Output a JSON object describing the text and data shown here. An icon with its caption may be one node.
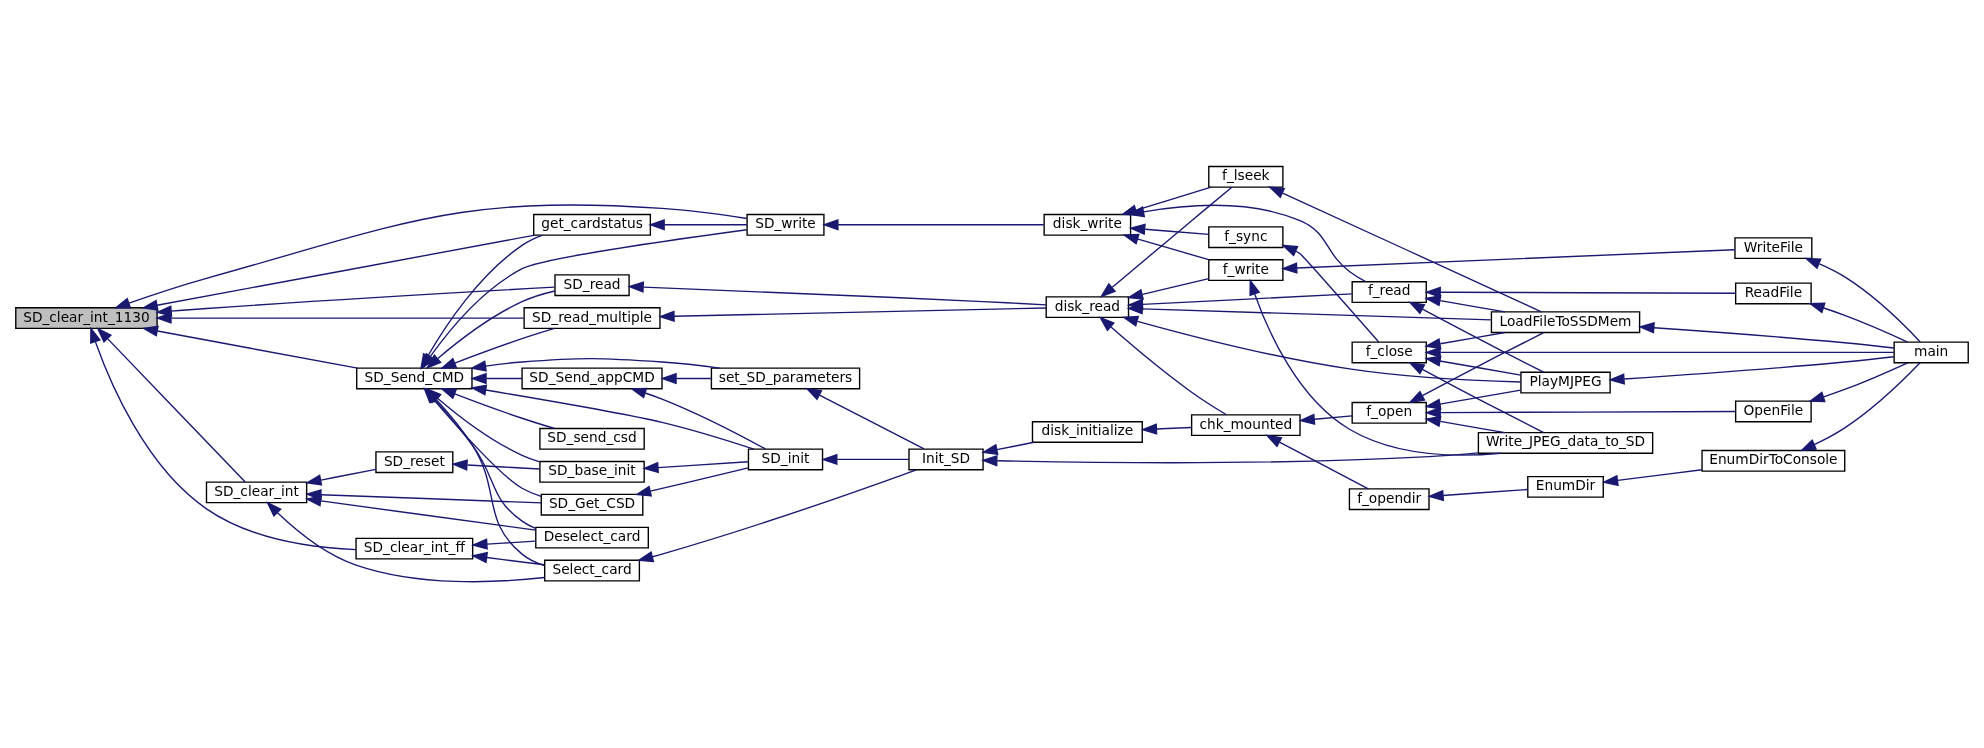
{
  "diagram": {
    "nodes": [
      {
        "text": [
          "SD_clear_int_1130"
        ]
      },
      {
        "text": [
          "SD_read"
        ]
      },
      {
        "text": [
          "SD_read_multiple"
        ]
      },
      {
        "text": [
          "get_cardstatus"
        ]
      },
      {
        "text": [
          "SD_Send_CMD"
        ]
      },
      {
        "text": [
          "SD_clear_int"
        ]
      },
      {
        "text": [
          "SD_clear_int_ff"
        ]
      },
      {
        "text": [
          "SD_write"
        ]
      },
      {
        "text": [
          "SD_Send_appCMD"
        ]
      },
      {
        "text": [
          "SD_send_csd"
        ]
      },
      {
        "text": [
          "SD_reset"
        ]
      },
      {
        "text": [
          "SD_base_init"
        ]
      },
      {
        "text": [
          "SD_Get_CSD"
        ]
      },
      {
        "text": [
          "Deselect_card"
        ]
      },
      {
        "text": [
          "Select_card"
        ]
      },
      {
        "text": [
          "set_SD_parameters"
        ]
      },
      {
        "text": [
          "SD_init"
        ]
      },
      {
        "text": [
          "disk_read"
        ]
      },
      {
        "text": [
          "disk_write"
        ]
      },
      {
        "text": [
          "Init_SD"
        ]
      },
      {
        "text": [
          "disk_initialize"
        ]
      },
      {
        "text": [
          "f_lseek"
        ]
      },
      {
        "text": [
          "f_read"
        ]
      },
      {
        "text": [
          "f_write"
        ]
      },
      {
        "text": [
          "f_sync"
        ]
      },
      {
        "text": [
          "chk_mounted"
        ]
      },
      {
        "text": [
          "f_close"
        ]
      },
      {
        "text": [
          "f_open"
        ]
      },
      {
        "text": [
          "f_opendir"
        ]
      },
      {
        "text": [
          "LoadFileToSSDMem"
        ]
      },
      {
        "text": [
          "PlayMJPEG"
        ]
      },
      {
        "text": [
          "Write_JPEG_data_to_SD"
        ]
      },
      {
        "text": [
          "EnumDir"
        ]
      },
      {
        "text": [
          "ReadFile"
        ]
      },
      {
        "text": [
          "WriteFile"
        ]
      },
      {
        "text": [
          "OpenFile"
        ]
      },
      {
        "text": [
          "EnumDirToConsole"
        ]
      },
      {
        "text": [
          "main"
        ]
      }
    ],
    "edges": [
      {
        "from": 1,
        "to": 0,
        "arrow": "to"
      },
      {
        "from": 7,
        "to": 0,
        "arrow": "to"
      },
      {
        "from": 2,
        "to": 0,
        "arrow": "to"
      },
      {
        "from": 3,
        "to": 0,
        "arrow": "to"
      },
      {
        "from": 4,
        "to": 0,
        "arrow": "to"
      },
      {
        "from": 5,
        "to": 0,
        "arrow": "to"
      },
      {
        "from": 6,
        "to": 0,
        "arrow": "to"
      },
      {
        "from": 1,
        "to": 4,
        "arrow": "to"
      },
      {
        "from": 2,
        "to": 4,
        "arrow": "to"
      },
      {
        "from": 3,
        "to": 4,
        "arrow": "to"
      },
      {
        "from": 7,
        "to": 4,
        "arrow": "to"
      },
      {
        "from": 15,
        "to": 4,
        "arrow": "to"
      },
      {
        "from": 8,
        "to": 4,
        "arrow": "to"
      },
      {
        "from": 9,
        "to": 4,
        "arrow": "to"
      },
      {
        "from": 16,
        "to": 4,
        "arrow": "to"
      },
      {
        "from": 11,
        "to": 4,
        "arrow": "to"
      },
      {
        "from": 12,
        "to": 4,
        "arrow": "to"
      },
      {
        "from": 13,
        "to": 4,
        "arrow": "to"
      },
      {
        "from": 14,
        "to": 4,
        "arrow": "to"
      },
      {
        "from": 10,
        "to": 5,
        "arrow": "to"
      },
      {
        "from": 12,
        "to": 5,
        "arrow": "to"
      },
      {
        "from": 13,
        "to": 5,
        "arrow": "to"
      },
      {
        "from": 14,
        "to": 5,
        "arrow": "to"
      },
      {
        "from": 13,
        "to": 6,
        "arrow": "to"
      },
      {
        "from": 14,
        "to": 6,
        "arrow": "to"
      },
      {
        "from": 11,
        "to": 10,
        "arrow": "to"
      },
      {
        "from": 17,
        "to": 1,
        "arrow": "to"
      },
      {
        "from": 17,
        "to": 2,
        "arrow": "to"
      },
      {
        "from": 7,
        "to": 3,
        "arrow": "to"
      },
      {
        "from": 18,
        "to": 7,
        "arrow": "to"
      },
      {
        "from": 15,
        "to": 8,
        "arrow": "to"
      },
      {
        "from": 16,
        "to": 8,
        "arrow": "to"
      },
      {
        "from": 16,
        "to": 11,
        "arrow": "to"
      },
      {
        "from": 16,
        "to": 12,
        "arrow": "to"
      },
      {
        "from": 19,
        "to": 16,
        "arrow": "to"
      },
      {
        "from": 19,
        "to": 15,
        "arrow": "to"
      },
      {
        "from": 19,
        "to": 14,
        "arrow": "to"
      },
      {
        "from": 20,
        "to": 19,
        "arrow": "to"
      },
      {
        "from": 31,
        "to": 19,
        "arrow": "to"
      },
      {
        "from": 25,
        "to": 20,
        "arrow": "to"
      },
      {
        "from": 21,
        "to": 17,
        "arrow": "to"
      },
      {
        "from": 29,
        "to": 17,
        "arrow": "to"
      },
      {
        "from": 22,
        "to": 17,
        "arrow": "to"
      },
      {
        "from": 23,
        "to": 17,
        "arrow": "to"
      },
      {
        "from": 25,
        "to": 17,
        "arrow": "to"
      },
      {
        "from": 30,
        "to": 17,
        "arrow": "to"
      },
      {
        "from": 21,
        "to": 18,
        "arrow": "to"
      },
      {
        "from": 22,
        "to": 18,
        "arrow": "to"
      },
      {
        "from": 23,
        "to": 18,
        "arrow": "to"
      },
      {
        "from": 24,
        "to": 18,
        "arrow": "to"
      },
      {
        "from": 29,
        "to": 21,
        "arrow": "to"
      },
      {
        "from": 29,
        "to": 22,
        "arrow": "to"
      },
      {
        "from": 33,
        "to": 22,
        "arrow": "to"
      },
      {
        "from": 30,
        "to": 22,
        "arrow": "to"
      },
      {
        "from": 34,
        "to": 23,
        "arrow": "to"
      },
      {
        "from": 31,
        "to": 23,
        "arrow": "to"
      },
      {
        "from": 26,
        "to": 24,
        "arrow": "to"
      },
      {
        "from": 27,
        "to": 25,
        "arrow": "to"
      },
      {
        "from": 28,
        "to": 25,
        "arrow": "to"
      },
      {
        "from": 29,
        "to": 26,
        "arrow": "to"
      },
      {
        "from": 30,
        "to": 26,
        "arrow": "to"
      },
      {
        "from": 37,
        "to": 26,
        "arrow": "to"
      },
      {
        "from": 31,
        "to": 26,
        "arrow": "to"
      },
      {
        "from": 29,
        "to": 27,
        "arrow": "to"
      },
      {
        "from": 30,
        "to": 27,
        "arrow": "to"
      },
      {
        "from": 35,
        "to": 27,
        "arrow": "to"
      },
      {
        "from": 31,
        "to": 27,
        "arrow": "to"
      },
      {
        "from": 32,
        "to": 28,
        "arrow": "to"
      },
      {
        "from": 37,
        "to": 29,
        "arrow": "to"
      },
      {
        "from": 37,
        "to": 30,
        "arrow": "to"
      },
      {
        "from": 37,
        "to": 33,
        "arrow": "to"
      },
      {
        "from": 37,
        "to": 34,
        "arrow": "to"
      },
      {
        "from": 37,
        "to": 35,
        "arrow": "to"
      },
      {
        "from": 37,
        "to": 36,
        "arrow": "to"
      },
      {
        "from": 36,
        "to": 32,
        "arrow": "to"
      }
    ]
  }
}
